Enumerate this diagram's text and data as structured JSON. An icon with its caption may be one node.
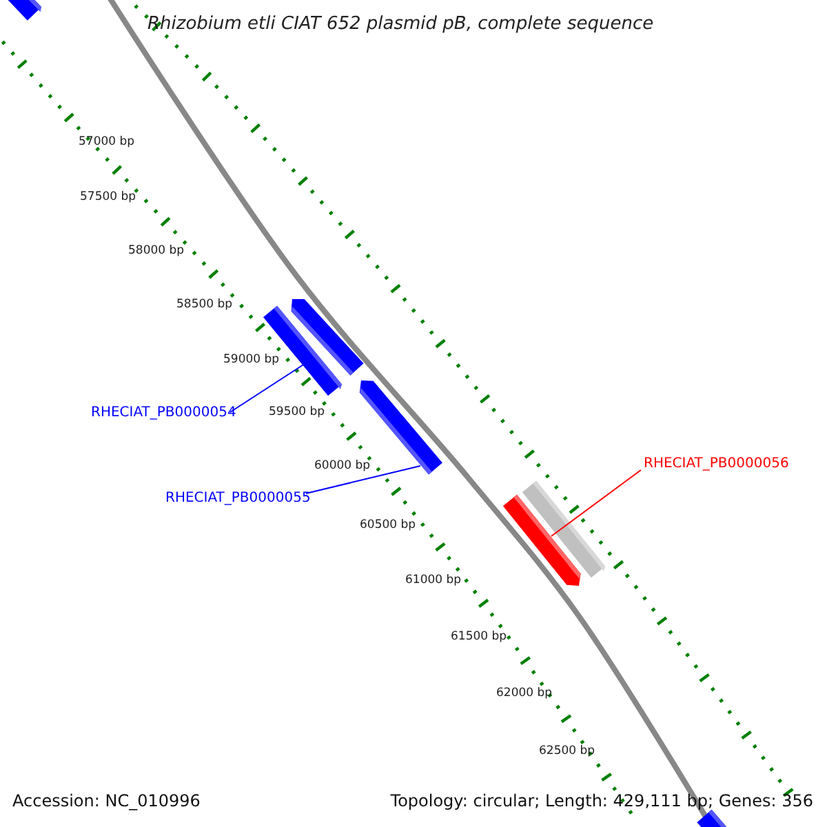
{
  "diagram": {
    "title": "Rhizobium etli CIAT 652 plasmid pB, complete sequence",
    "nodes": [
      {
        "text": [],
        "shape": "bar"
      },
      {
        "text": [],
        "shape": "arrow"
      },
      {
        "text": [],
        "shape": "bar"
      },
      {
        "text": [],
        "shape": "arrow"
      },
      {
        "text": [],
        "shape": "arrow"
      },
      {
        "text": [],
        "shape": "bar"
      },
      {
        "text": [],
        "shape": "bar"
      },
      {
        "text": [
          "RHECIAT_PB0000054"
        ]
      },
      {
        "text": [
          "RHECIAT_PB0000055"
        ]
      },
      {
        "text": [
          "RHECIAT_PB0000056"
        ]
      }
    ],
    "edges": [
      {
        "from": 7,
        "to": 2,
        "arrow": "none"
      },
      {
        "from": 8,
        "to": 3,
        "arrow": "none"
      },
      {
        "from": 9,
        "to": 4,
        "arrow": "none",
        "color": "#ff0000"
      }
    ],
    "labels": [
      "57000 bp",
      "57500 bp",
      "58000 bp",
      "58500 bp",
      "59000 bp",
      "59500 bp",
      "60000 bp",
      "60500 bp",
      "61000 bp",
      "61500 bp",
      "62000 bp",
      "62500 bp",
      "Accession: NC_010996",
      "Topology: circular; Length: 429,111 bp; Genes: 356"
    ]
  }
}
